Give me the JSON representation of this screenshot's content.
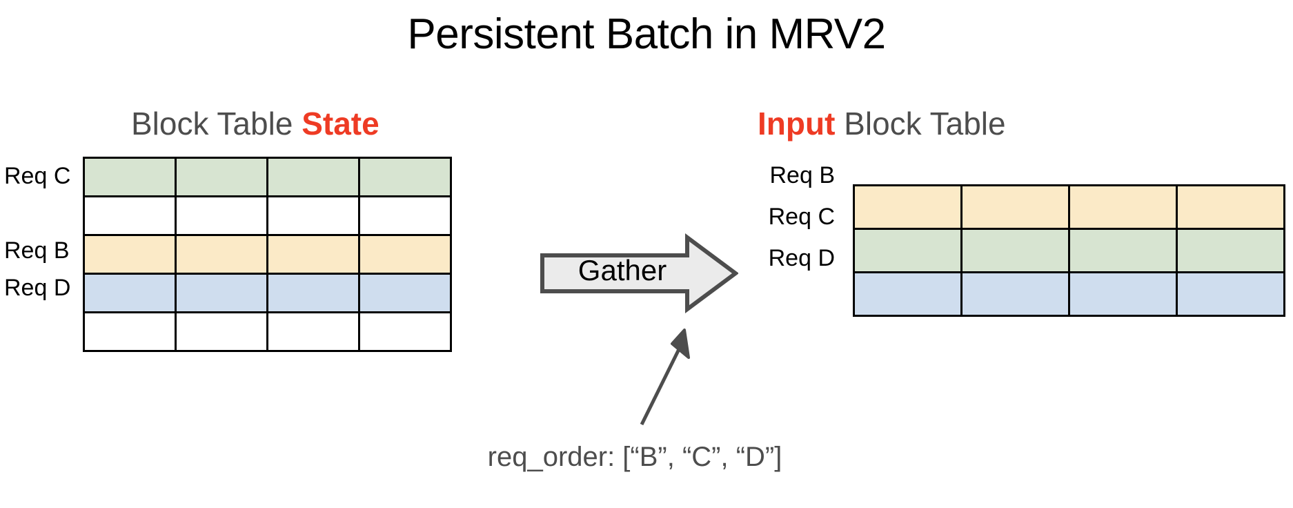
{
  "title": "Persistent Batch in MRV2",
  "colors": {
    "accent_red": "#ee3b24",
    "heading_gray": "#4d4d4d",
    "cell_green": "#d7e4d1",
    "cell_yellow": "#fbeac7",
    "cell_blue": "#cfddee",
    "cell_empty": "#ffffff",
    "arrow_fill": "#ebebeb",
    "arrow_stroke": "#4d4d4d",
    "grid_line": "#000000"
  },
  "left_panel": {
    "heading_prefix": "Block Table ",
    "heading_highlight": "State",
    "row_labels": [
      "Req C",
      "",
      "Req B",
      "Req D",
      ""
    ],
    "columns": 4,
    "rows": [
      {
        "label": "Req C",
        "color": "green"
      },
      {
        "label": "",
        "color": "white"
      },
      {
        "label": "Req B",
        "color": "yellow"
      },
      {
        "label": "Req D",
        "color": "blue"
      },
      {
        "label": "",
        "color": "white"
      }
    ]
  },
  "gather": {
    "label": "Gather"
  },
  "right_panel": {
    "heading_highlight": "Input",
    "heading_suffix": " Block Table",
    "columns": 4,
    "rows": [
      {
        "label": "Req B",
        "color": "yellow"
      },
      {
        "label": "Req C",
        "color": "green"
      },
      {
        "label": "Req D",
        "color": "blue"
      }
    ]
  },
  "caption": {
    "text": "req_order: [“B”, “C”, “D”]"
  }
}
